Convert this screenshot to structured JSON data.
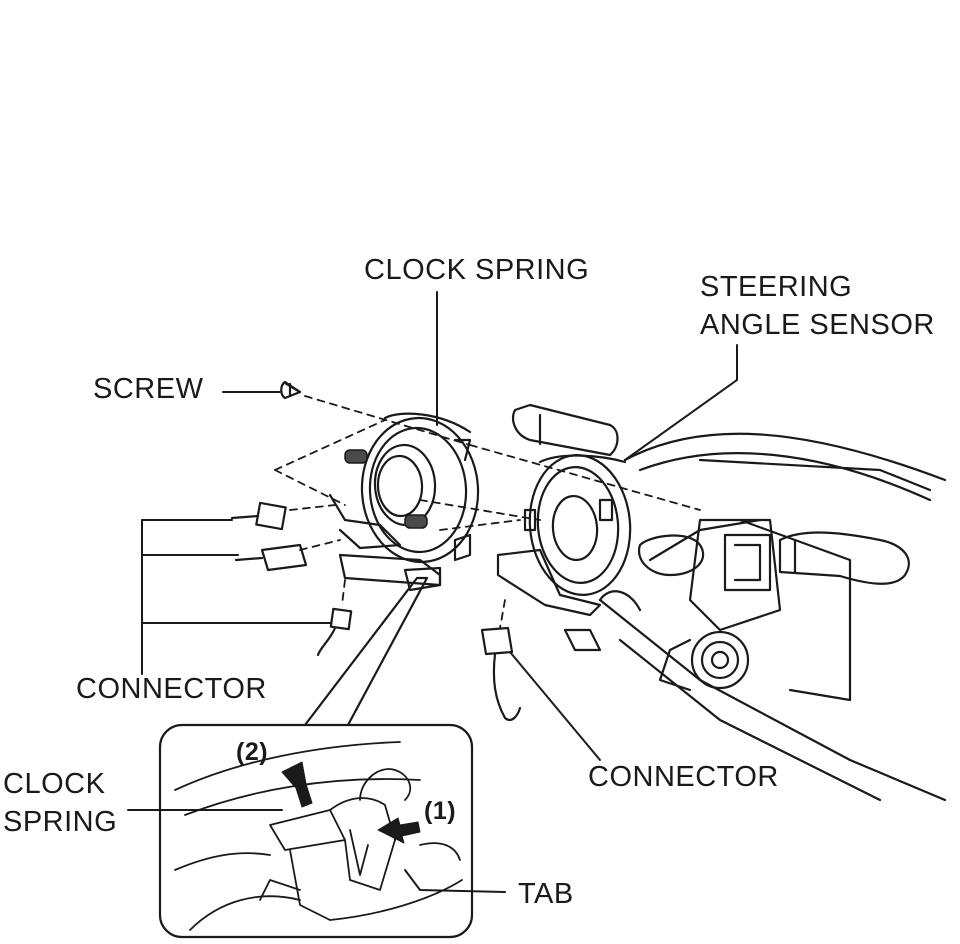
{
  "labels": {
    "clock_spring_top": "CLOCK SPRING",
    "steering_angle_sensor_line1": "STEERING",
    "steering_angle_sensor_line2": "ANGLE SENSOR",
    "screw": "SCREW",
    "connector_left": "CONNECTOR",
    "connector_right": "CONNECTOR",
    "clock_spring_inset_line1": "CLOCK",
    "clock_spring_inset_line2": "SPRING",
    "tab": "TAB",
    "step_1": "(1)",
    "step_2": "(2)"
  },
  "colors": {
    "line": "#1a1a1a",
    "fill_gray": "#4a4a4a",
    "background": "#ffffff"
  }
}
